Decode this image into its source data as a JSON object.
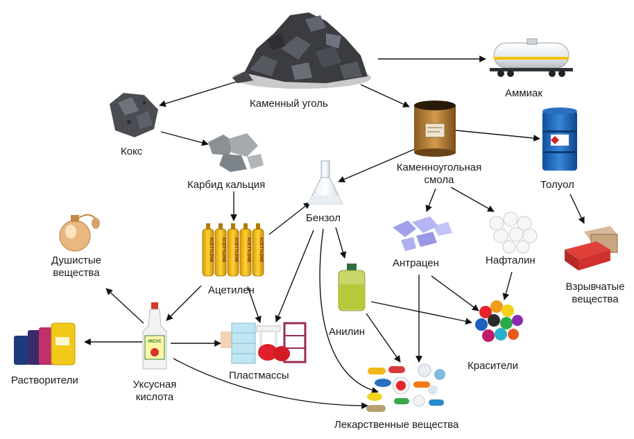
{
  "nodes": {
    "coal": "Каменный уголь",
    "ammonia": "Аммиак",
    "coke": "Кокс",
    "carbide": "Карбид кальция",
    "tar": "Каменноугольная смола",
    "toluene": "Толуол",
    "benzene": "Бензол",
    "acetylene": "Ацетилен",
    "fragrances": "Душистые вещества",
    "anthracene": "Антрацен",
    "naphthalene": "Нафталин",
    "explosives": "Взрывчатые вещества",
    "aniline": "Анилин",
    "acetic_acid": "Уксусная кислота",
    "solvents": "Растворители",
    "plastics": "Пластмассы",
    "dyes": "Красители",
    "medicines": "Лекарственные вещества"
  },
  "image_text": {
    "acetylene_cylinders": "ACETYLENE",
    "vinegar_bottle": "УКСУС"
  },
  "edges": [
    [
      "coal",
      "ammonia"
    ],
    [
      "coal",
      "coke"
    ],
    [
      "coal",
      "tar"
    ],
    [
      "coke",
      "carbide"
    ],
    [
      "carbide",
      "acetylene"
    ],
    [
      "acetylene",
      "benzene"
    ],
    [
      "tar",
      "benzene"
    ],
    [
      "tar",
      "toluene"
    ],
    [
      "tar",
      "anthracene"
    ],
    [
      "tar",
      "naphthalene"
    ],
    [
      "toluene",
      "explosives"
    ],
    [
      "benzene",
      "plastics"
    ],
    [
      "benzene",
      "aniline"
    ],
    [
      "benzene",
      "medicines"
    ],
    [
      "acetylene",
      "acetic_acid"
    ],
    [
      "acetylene",
      "plastics"
    ],
    [
      "acetic_acid",
      "fragrances"
    ],
    [
      "acetic_acid",
      "solvents"
    ],
    [
      "acetic_acid",
      "plastics"
    ],
    [
      "acetic_acid",
      "medicines"
    ],
    [
      "aniline",
      "dyes"
    ],
    [
      "aniline",
      "medicines"
    ],
    [
      "anthracene",
      "dyes"
    ],
    [
      "anthracene",
      "medicines"
    ],
    [
      "naphthalene",
      "dyes"
    ]
  ]
}
